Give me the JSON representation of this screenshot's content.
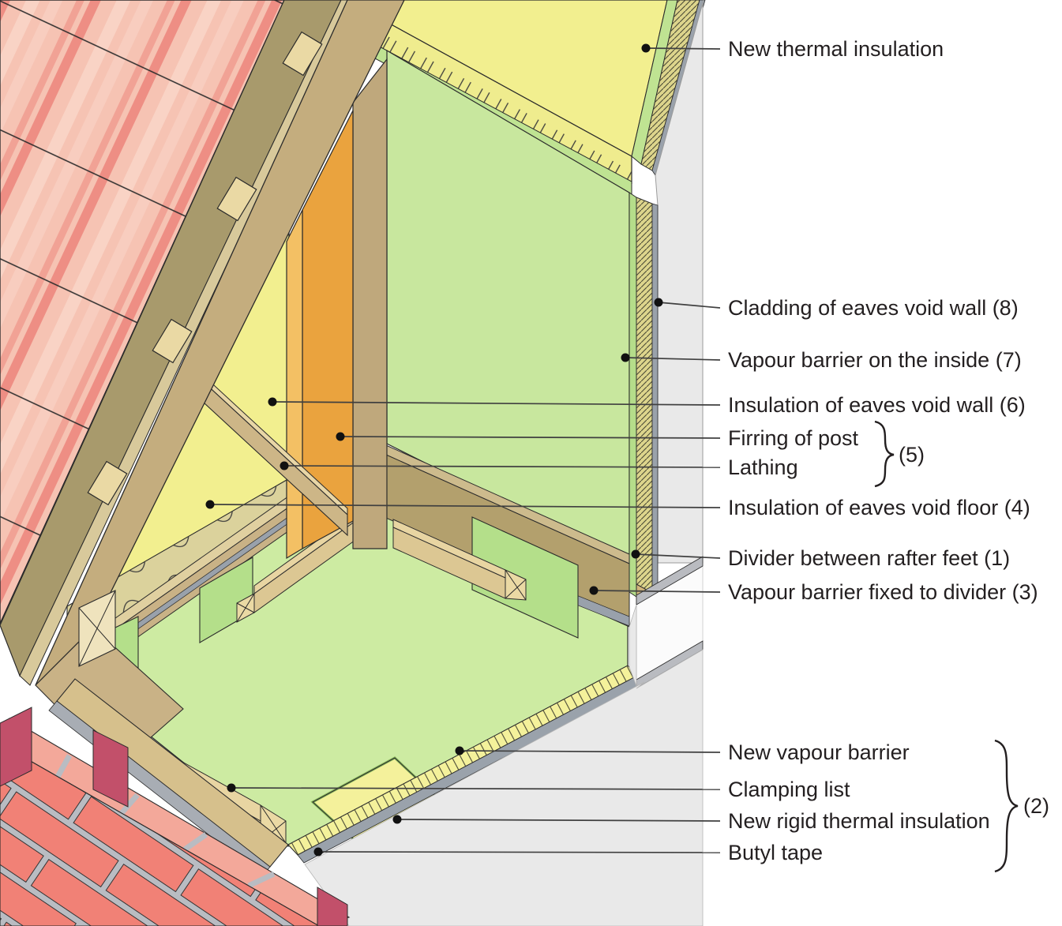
{
  "diagram": {
    "title": "Eaves void insulation construction detail",
    "kind": "isometric-cutaway-building-section"
  },
  "labels": [
    {
      "id": "new-thermal-insulation",
      "text": "New thermal insulation"
    },
    {
      "id": "cladding-eaves-void-wall",
      "text": "Cladding of eaves void wall (8)"
    },
    {
      "id": "vapour-barrier-inside",
      "text": "Vapour barrier on the inside (7)"
    },
    {
      "id": "insulation-eaves-void-wall",
      "text": "Insulation of eaves void wall (6)"
    },
    {
      "id": "firring-of-post",
      "text": "Firring of post"
    },
    {
      "id": "lathing",
      "text": "Lathing"
    },
    {
      "id": "insulation-eaves-void-floor",
      "text": "Insulation of eaves void floor (4)"
    },
    {
      "id": "divider-between-rafter-feet",
      "text": "Divider between rafter feet (1)"
    },
    {
      "id": "vapour-barrier-fixed-divider",
      "text": "Vapour barrier fixed to divider (3)"
    },
    {
      "id": "new-vapour-barrier",
      "text": "New vapour barrier"
    },
    {
      "id": "clamping-list",
      "text": "Clamping list"
    },
    {
      "id": "new-rigid-thermal-insulation",
      "text": "New rigid thermal insulation"
    },
    {
      "id": "butyl-tape",
      "text": "Butyl tape"
    }
  ],
  "groups": {
    "five": "(5)",
    "two": "(2)"
  },
  "colors": {
    "roof_tile": "#f6c3b3",
    "roof_tile_dark": "#ee8e84",
    "wood": "#c9b286",
    "wood_dark": "#a89a6c",
    "wood_light": "#ead9a4",
    "firring_orange": "#eaa33e",
    "soft_insulation_yellow": "#f2ef8f",
    "rigid_insulation_yellow": "#f4f19b",
    "vapour_barrier_green": "#cdeba2",
    "wall_green": "#c8e79e",
    "cladding_olive": "#ddd58c",
    "barrier_grey": "#9aa2ab",
    "existing_wall_grey": "#e9e9e9",
    "brick_red": "#f18176",
    "brick_side_dark_red": "#c2506a",
    "mortar_grey": "#b9bcc2",
    "line_black": "#231f20"
  }
}
